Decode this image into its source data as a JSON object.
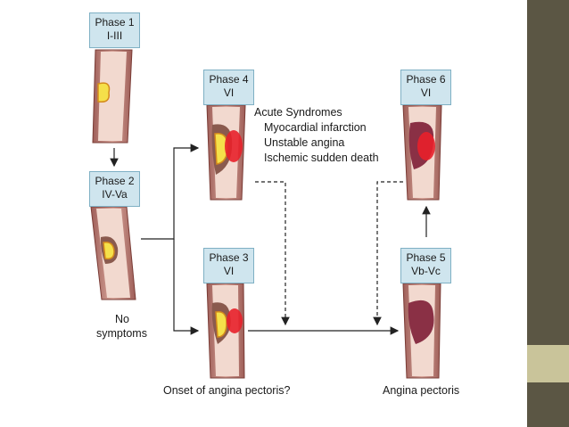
{
  "phases": {
    "p1": {
      "name": "Phase 1",
      "stage": "I-III"
    },
    "p2": {
      "name": "Phase 2",
      "stage": "IV-Va"
    },
    "p3": {
      "name": "Phase 3",
      "stage": "VI"
    },
    "p4": {
      "name": "Phase 4",
      "stage": "VI"
    },
    "p5": {
      "name": "Phase 5",
      "stage": "Vb-Vc"
    },
    "p6": {
      "name": "Phase 6",
      "stage": "VI"
    }
  },
  "acute": {
    "title": "Acute Syndromes",
    "items": [
      "Myocardial infarction",
      "Unstable angina",
      "Ischemic sudden death"
    ]
  },
  "captions": {
    "no_symptoms_1": "No",
    "no_symptoms_2": "symptoms",
    "onset": "Onset of angina pectoris?",
    "angina": "Angina pectoris"
  },
  "colors": {
    "vessel_wall": "#c98f86",
    "lumen": "#f2d9cf",
    "plaque_yellow": "#f5e04a",
    "thrombus_red": "#e8202a",
    "plaque_dark": "#8a3045",
    "panel_bar": "#5b5644",
    "panel_accent": "#c9c49a",
    "box_fill": "#cfe5ee"
  }
}
